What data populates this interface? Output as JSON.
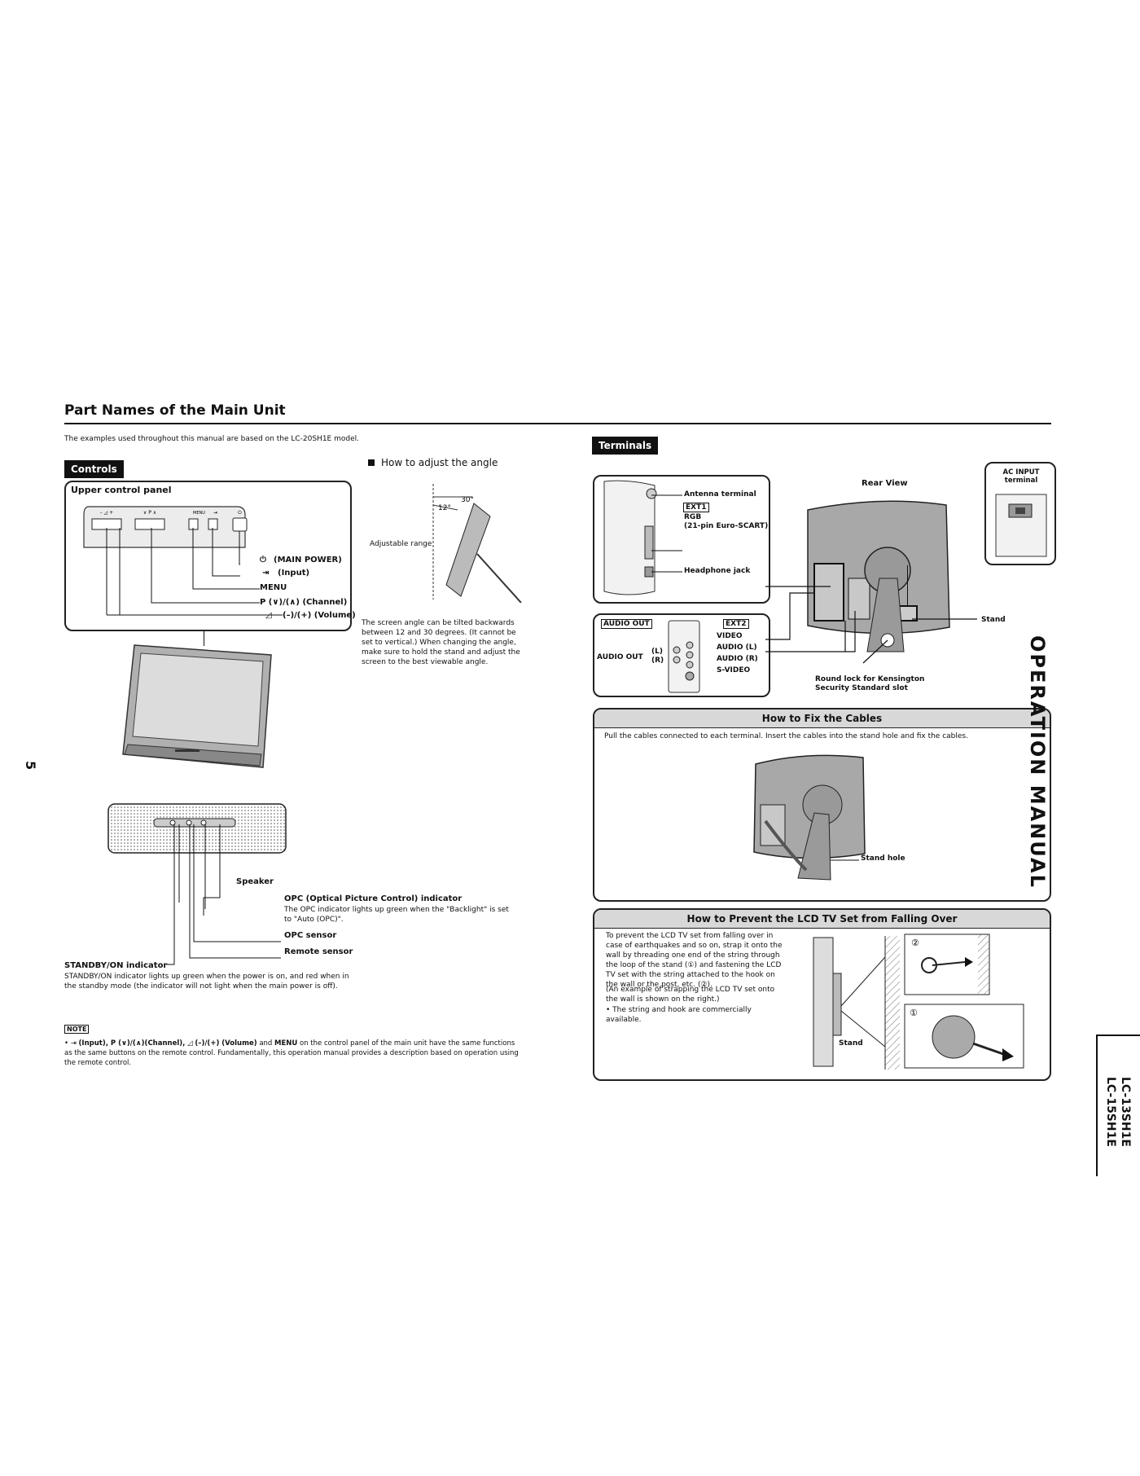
{
  "page": {
    "title": "Part Names of the Main Unit",
    "intro": "The examples used throughout this manual are based on the LC-20SH1E model.",
    "page_number": "5",
    "side_title": "OPERATION MANUAL",
    "models": [
      "LC-13SH1E",
      "LC-15SH1E"
    ]
  },
  "controls": {
    "heading": "Controls",
    "panel_title": "Upper control panel",
    "panel_symbols": {
      "volume": "– ◿ +",
      "channel": "∨ P ∧",
      "menu": "MENU",
      "input": "⇥",
      "power": "⏻"
    },
    "labels": {
      "main_power": "(MAIN POWER)",
      "input": "(Input)",
      "menu": "MENU",
      "channel": "P (∨)/(∧) (Channel)",
      "volume": "(–)/(+) (Volume)"
    },
    "speaker": "Speaker",
    "opc_indicator_title": "OPC (Optical Picture Control) indicator",
    "opc_indicator_desc": "The OPC indicator lights up green when the \"Backlight\" is set to \"Auto (OPC)\".",
    "opc_sensor": "OPC sensor",
    "remote_sensor": "Remote sensor",
    "standby_title": "STANDBY/ON indicator",
    "standby_desc": "STANDBY/ON indicator lights up green when the power is on, and red when in the standby mode (the indicator will not light when the main power is off)."
  },
  "angle": {
    "heading": "How to adjust the angle",
    "angle_12": "12°",
    "angle_30": "30°",
    "range_label": "Adjustable range",
    "desc": "The screen angle can be tilted backwards between 12 and 30 degrees. (It cannot be set to vertical.) When changing the angle, make sure to hold the stand and adjust the screen to the best viewable angle."
  },
  "note": {
    "label": "NOTE",
    "text_prefix": "(Input), P (∨)/(∧)(Channel),",
    "text_volume": "(–)/(+) (Volume)",
    "text_and": "and",
    "text_menu": "MENU",
    "text_rest": "on the control panel of the main unit have the same functions as the same buttons on the remote control. Fundamentally, this operation manual provides a description based on operation using the remote control."
  },
  "terminals": {
    "heading": "Terminals",
    "rear_view": "Rear View",
    "ac_input": "AC INPUT terminal",
    "antenna": "Antenna terminal",
    "ext1": "EXT1",
    "rgb": "RGB",
    "rgb_detail": "(21-pin Euro-SCART)",
    "headphone": "Headphone jack",
    "audio_out_boxed": "AUDIO OUT",
    "ext2": "EXT2",
    "audio_out": "AUDIO OUT",
    "l": "(L)",
    "r": "(R)",
    "video": "VIDEO",
    "audio_l": "AUDIO (L)",
    "audio_r": "AUDIO (R)",
    "s_video": "S-VIDEO",
    "stand": "Stand",
    "kensington": "Round lock for Kensington Security Standard slot"
  },
  "fix_cables": {
    "heading": "How to Fix the Cables",
    "desc": "Pull the cables connected to each terminal. Insert the cables into the stand hole and fix the cables.",
    "stand_hole": "Stand hole"
  },
  "prevent_fall": {
    "heading": "How to Prevent the LCD TV Set from Falling Over",
    "desc": "To prevent the LCD TV set from falling over in case of earthquakes and so on, strap it onto the wall by threading one end of the string through the loop of the stand (①) and fastening the LCD TV set with the string attached to the hook on the wall or the post, etc. (②).",
    "example": "(An example of strapping the LCD TV set onto the wall is shown on the right.)",
    "bullet": "The string and hook are commercially available.",
    "stand": "Stand",
    "circle_1": "①",
    "circle_2": "②"
  },
  "colors": {
    "ink": "#111111",
    "panel_gray": "#d8d8d8",
    "device_gray": "#9a9a9a"
  }
}
